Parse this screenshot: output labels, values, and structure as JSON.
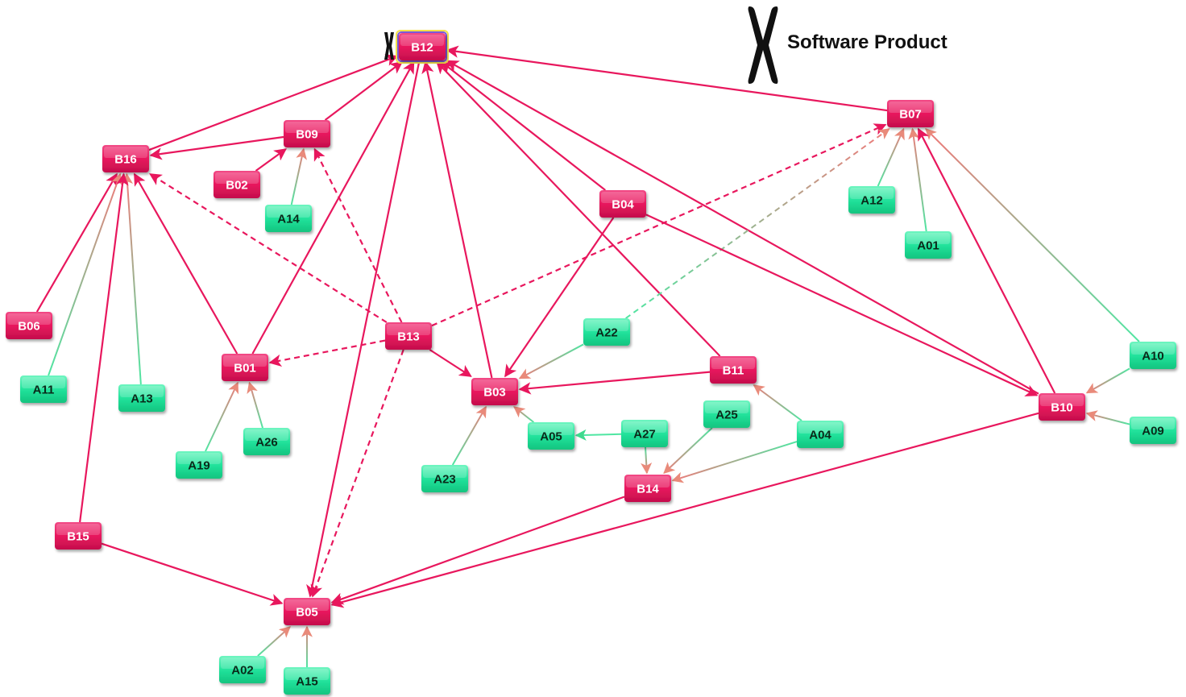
{
  "legend": {
    "label": "Software Product",
    "icon": "chromosome-icon"
  },
  "root_marker_icon": "chromosome-icon",
  "colors": {
    "b_node": "#e8175d",
    "a_node": "#20e39a",
    "b_edge": "#e8175d",
    "a_edge_from": "#4fe6a2",
    "a_edge_to": "#f07a7a"
  },
  "nodes": [
    {
      "id": "B12",
      "type": "B"
    },
    {
      "id": "B09",
      "type": "B"
    },
    {
      "id": "B16",
      "type": "B"
    },
    {
      "id": "B02",
      "type": "B"
    },
    {
      "id": "A14",
      "type": "A"
    },
    {
      "id": "B07",
      "type": "B"
    },
    {
      "id": "A12",
      "type": "A"
    },
    {
      "id": "A01",
      "type": "A"
    },
    {
      "id": "B04",
      "type": "B"
    },
    {
      "id": "B06",
      "type": "B"
    },
    {
      "id": "A11",
      "type": "A"
    },
    {
      "id": "A13",
      "type": "A"
    },
    {
      "id": "B01",
      "type": "B"
    },
    {
      "id": "B13",
      "type": "B"
    },
    {
      "id": "A22",
      "type": "A"
    },
    {
      "id": "B03",
      "type": "B"
    },
    {
      "id": "B11",
      "type": "B"
    },
    {
      "id": "A10",
      "type": "A"
    },
    {
      "id": "A19",
      "type": "A"
    },
    {
      "id": "A26",
      "type": "A"
    },
    {
      "id": "A25",
      "type": "A"
    },
    {
      "id": "A04",
      "type": "A"
    },
    {
      "id": "B10",
      "type": "B"
    },
    {
      "id": "A09",
      "type": "A"
    },
    {
      "id": "A05",
      "type": "A"
    },
    {
      "id": "A27",
      "type": "A"
    },
    {
      "id": "A23",
      "type": "A"
    },
    {
      "id": "B14",
      "type": "B"
    },
    {
      "id": "B15",
      "type": "B"
    },
    {
      "id": "B05",
      "type": "B"
    },
    {
      "id": "A02",
      "type": "A"
    },
    {
      "id": "A15",
      "type": "A"
    }
  ],
  "edges": [
    {
      "from": "B16",
      "to": "B12"
    },
    {
      "from": "B09",
      "to": "B12"
    },
    {
      "from": "B01",
      "to": "B12"
    },
    {
      "from": "B03",
      "to": "B12"
    },
    {
      "from": "B04",
      "to": "B12"
    },
    {
      "from": "B11",
      "to": "B12"
    },
    {
      "from": "B10",
      "to": "B12"
    },
    {
      "from": "B07",
      "to": "B12"
    },
    {
      "from": "B12",
      "to": "B05"
    },
    {
      "from": "B09",
      "to": "B16"
    },
    {
      "from": "B02",
      "to": "B09"
    },
    {
      "from": "A14",
      "to": "B09"
    },
    {
      "from": "B06",
      "to": "B16"
    },
    {
      "from": "A11",
      "to": "B16"
    },
    {
      "from": "A13",
      "to": "B16"
    },
    {
      "from": "B01",
      "to": "B16"
    },
    {
      "from": "B15",
      "to": "B16"
    },
    {
      "from": "B13",
      "to": "B16",
      "style": "dashed"
    },
    {
      "from": "B13",
      "to": "B09",
      "style": "dashed"
    },
    {
      "from": "B13",
      "to": "B07",
      "style": "dashed"
    },
    {
      "from": "B13",
      "to": "B01",
      "style": "dashed"
    },
    {
      "from": "B13",
      "to": "B05",
      "style": "dashed"
    },
    {
      "from": "B13",
      "to": "B03"
    },
    {
      "from": "A22",
      "to": "B07",
      "style": "dashed"
    },
    {
      "from": "A12",
      "to": "B07"
    },
    {
      "from": "A01",
      "to": "B07"
    },
    {
      "from": "A10",
      "to": "B07"
    },
    {
      "from": "B10",
      "to": "B07"
    },
    {
      "from": "B04",
      "to": "B03"
    },
    {
      "from": "B04",
      "to": "B10"
    },
    {
      "from": "A22",
      "to": "B03"
    },
    {
      "from": "B11",
      "to": "B03"
    },
    {
      "from": "A23",
      "to": "B03"
    },
    {
      "from": "A05",
      "to": "B03"
    },
    {
      "from": "A27",
      "to": "A05"
    },
    {
      "from": "A27",
      "to": "B14"
    },
    {
      "from": "A25",
      "to": "B14"
    },
    {
      "from": "A04",
      "to": "B14"
    },
    {
      "from": "A04",
      "to": "B11"
    },
    {
      "from": "A10",
      "to": "B10"
    },
    {
      "from": "A09",
      "to": "B10"
    },
    {
      "from": "A19",
      "to": "B01"
    },
    {
      "from": "A26",
      "to": "B01"
    },
    {
      "from": "B14",
      "to": "B05"
    },
    {
      "from": "B10",
      "to": "B05"
    },
    {
      "from": "B15",
      "to": "B05"
    },
    {
      "from": "A02",
      "to": "B05"
    },
    {
      "from": "A15",
      "to": "B05"
    }
  ]
}
